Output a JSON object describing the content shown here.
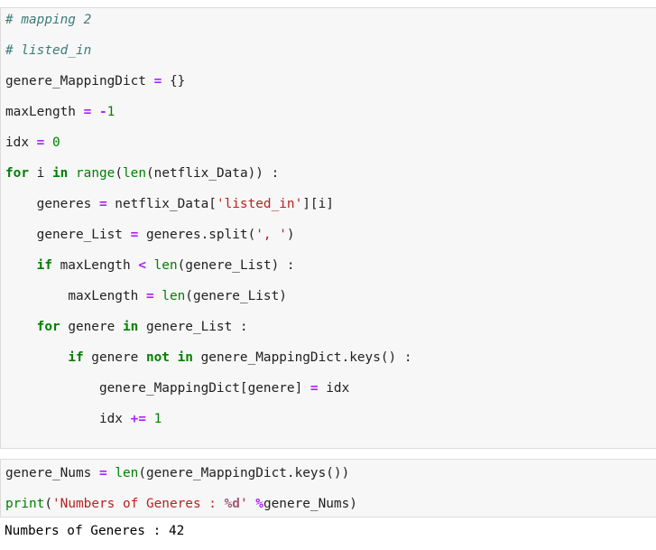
{
  "cell1": {
    "l1": "# mapping 2",
    "l2": "# listed_in",
    "l3_a": "genere_MappingDict ",
    "l3_op": "=",
    "l3_b": " {}",
    "l4_a": "maxLength ",
    "l4_op": "=",
    "l4_sp": " ",
    "l4_neg": "-",
    "l4_num": "1",
    "l5_a": "idx ",
    "l5_op": "=",
    "l5_sp": " ",
    "l5_num": "0",
    "l6_kw1": "for",
    "l6_a": " i ",
    "l6_kw2": "in",
    "l6_sp": " ",
    "l6_b1": "range",
    "l6_p": "(",
    "l6_b2": "len",
    "l6_rest": "(netflix_Data)) :",
    "l7_indent": "    ",
    "l7_a": "generes ",
    "l7_op": "=",
    "l7_b": " netflix_Data[",
    "l7_str": "'listed_in'",
    "l7_c": "][i]",
    "l8_indent": "    ",
    "l8_a": "genere_List ",
    "l8_op": "=",
    "l8_b": " generes.split(",
    "l8_str": "', '",
    "l8_c": ")",
    "l9_indent": "    ",
    "l9_kw": "if",
    "l9_a": " maxLength ",
    "l9_op": "<",
    "l9_sp": " ",
    "l9_bi": "len",
    "l9_c": "(genere_List) :",
    "l10_indent": "        ",
    "l10_a": "maxLength ",
    "l10_op": "=",
    "l10_sp": " ",
    "l10_bi": "len",
    "l10_c": "(genere_List)",
    "l11_indent": "    ",
    "l11_kw1": "for",
    "l11_a": " genere ",
    "l11_kw2": "in",
    "l11_c": " genere_List :",
    "l12_indent": "        ",
    "l12_kw1": "if",
    "l12_a": " genere ",
    "l12_kw2": "not",
    "l12_sp": " ",
    "l12_kw3": "in",
    "l12_c": " genere_MappingDict.keys() :",
    "l13_indent": "            ",
    "l13_a": "genere_MappingDict[genere] ",
    "l13_op": "=",
    "l13_c": " idx",
    "l14_indent": "            ",
    "l14_a": "idx ",
    "l14_op": "+=",
    "l14_sp": " ",
    "l14_num": "1"
  },
  "cell2": {
    "l1_a": "genere_Nums ",
    "l1_op": "=",
    "l1_sp": " ",
    "l1_bi": "len",
    "l1_c": "(genere_MappingDict.keys())",
    "l2_bi": "print",
    "l2_p": "(",
    "l2_str1": "'Numbers of Generes : ",
    "l2_si": "%d",
    "l2_str2": "'",
    "l2_sp": " ",
    "l2_op": "%",
    "l2_c": "genere_Nums)"
  },
  "output": {
    "text": "Numbers of Generes : 42"
  }
}
